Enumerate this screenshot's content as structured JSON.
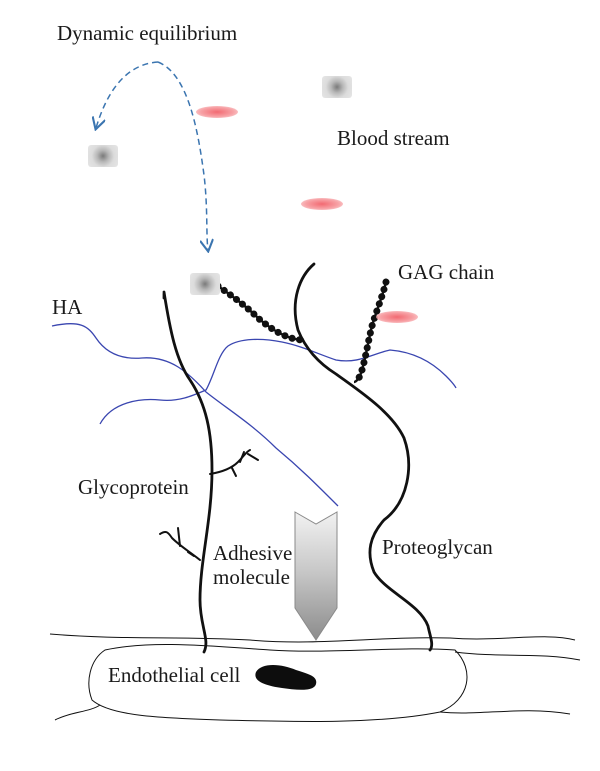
{
  "labels": {
    "dynamic_equilibrium": "Dynamic equilibrium",
    "blood_stream": "Blood stream",
    "gag_chain": "GAG chain",
    "ha": "HA",
    "glycoprotein": "Glycoprotein",
    "adhesive_line1": "Adhesive",
    "adhesive_line2": "molecule",
    "proteoglycan": "Proteoglycan",
    "endothelial_cell": "Endothelial cell"
  },
  "colors": {
    "arrow": "#3b75b0",
    "ha_chain": "#3a46b0",
    "core_protein": "#111111",
    "rbc": "#f4868c",
    "molecule": "#9a9a9a"
  }
}
